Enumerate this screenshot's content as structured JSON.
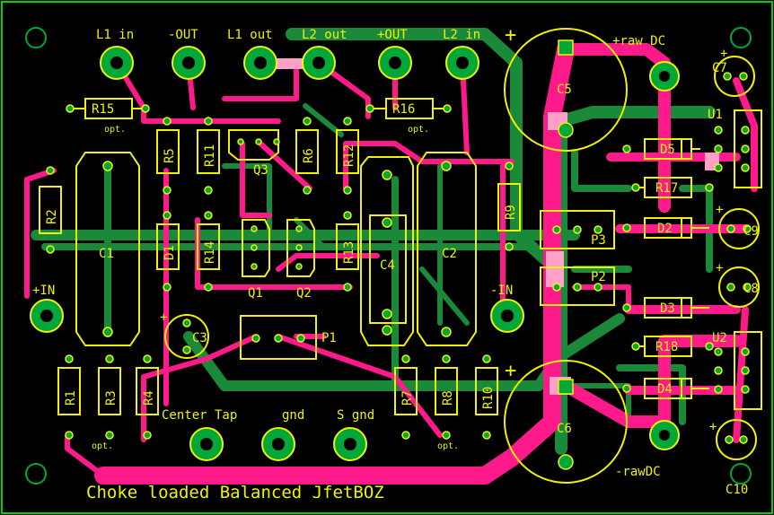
{
  "title": "Choke loaded Balanced JfetBOZ",
  "colors": {
    "background": "#000000",
    "board_outline": "#00d000",
    "silkscreen": "#f2f200",
    "top_copper": "#ff1a8c",
    "bottom_copper": "#1a8a3a",
    "overlap": "#ffa0c8",
    "pad": "#00a83a"
  },
  "io_labels": {
    "l1_in": "L1 in",
    "minus_out": "-OUT",
    "l1_out": "L1 out",
    "l2_out": "L2 out",
    "plus_out": "+OUT",
    "l2_in": "L2 in",
    "plus_in": "+IN",
    "minus_in": "-IN",
    "center_tap": "Center Tap",
    "gnd": "gnd",
    "s_gnd": "S gnd",
    "raw_dc_pos": "+raw DC",
    "raw_dc_neg": "-rawDC"
  },
  "components": {
    "r15": "R15",
    "r16": "R16",
    "r5": "R5",
    "r11": "R11",
    "r6": "R6",
    "r12": "R12",
    "r2": "R2",
    "r9": "R9",
    "r14": "R14",
    "r13": "R13",
    "r17": "R17",
    "r18": "R18",
    "r1": "R1",
    "r3": "R3",
    "r4": "R4",
    "r7": "R7",
    "r8": "R8",
    "r10": "R10",
    "d1": "D1",
    "d2": "D2",
    "d3": "D3",
    "d4": "D4",
    "d5": "D5",
    "c1": "C1",
    "c2": "C2",
    "c3": "C3",
    "c4": "C4",
    "c5": "C5",
    "c6": "C6",
    "c7": "C7",
    "c8": "C8",
    "c9": "C9",
    "c10": "C10",
    "q1": "Q1",
    "q2": "Q2",
    "q3": "Q3",
    "p1": "P1",
    "p2": "P2",
    "p3": "P3",
    "u1": "U1",
    "u2": "U2"
  },
  "notes": {
    "opt": "opt.",
    "plus": "+"
  }
}
